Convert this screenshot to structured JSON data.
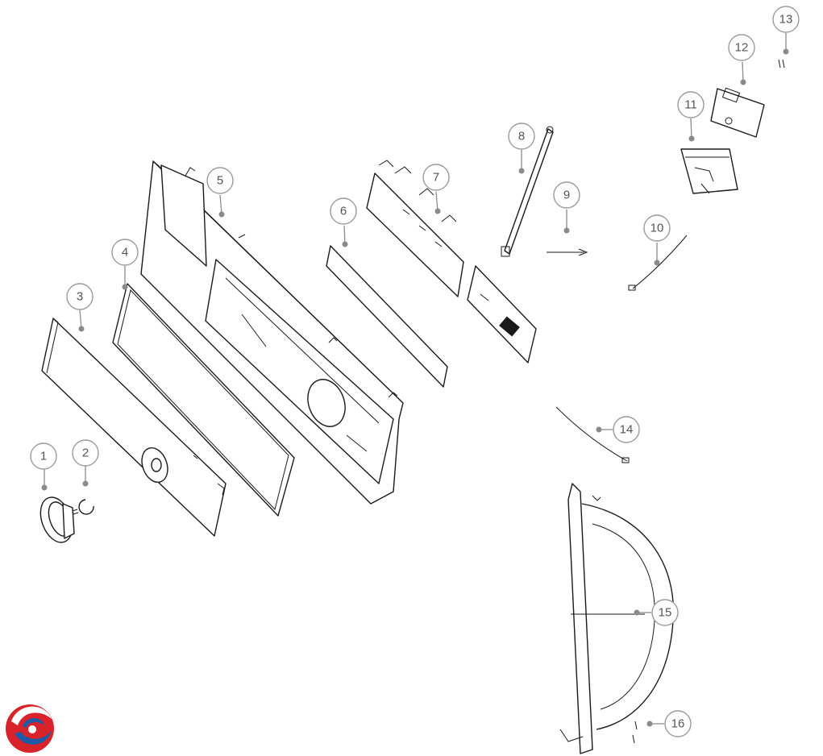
{
  "callouts": [
    {
      "id": "c1",
      "label": "1"
    },
    {
      "id": "c2",
      "label": "2"
    },
    {
      "id": "c3",
      "label": "3"
    },
    {
      "id": "c4",
      "label": "4"
    },
    {
      "id": "c5",
      "label": "5"
    },
    {
      "id": "c6",
      "label": "6"
    },
    {
      "id": "c7",
      "label": "7"
    },
    {
      "id": "c8",
      "label": "8"
    },
    {
      "id": "c9",
      "label": "9"
    },
    {
      "id": "c10",
      "label": "10"
    },
    {
      "id": "c11",
      "label": "11"
    },
    {
      "id": "c12",
      "label": "12"
    },
    {
      "id": "c13",
      "label": "13"
    },
    {
      "id": "c14",
      "label": "14"
    },
    {
      "id": "c15",
      "label": "15"
    },
    {
      "id": "c16",
      "label": "16"
    }
  ],
  "colors": {
    "line": "#1a1a1a",
    "callout_gray": "#8a8a8a",
    "logo_red": "#d8232a",
    "logo_blue": "#1f5aa6"
  },
  "logo": {
    "icon": "brand-swirl-logo-icon"
  }
}
